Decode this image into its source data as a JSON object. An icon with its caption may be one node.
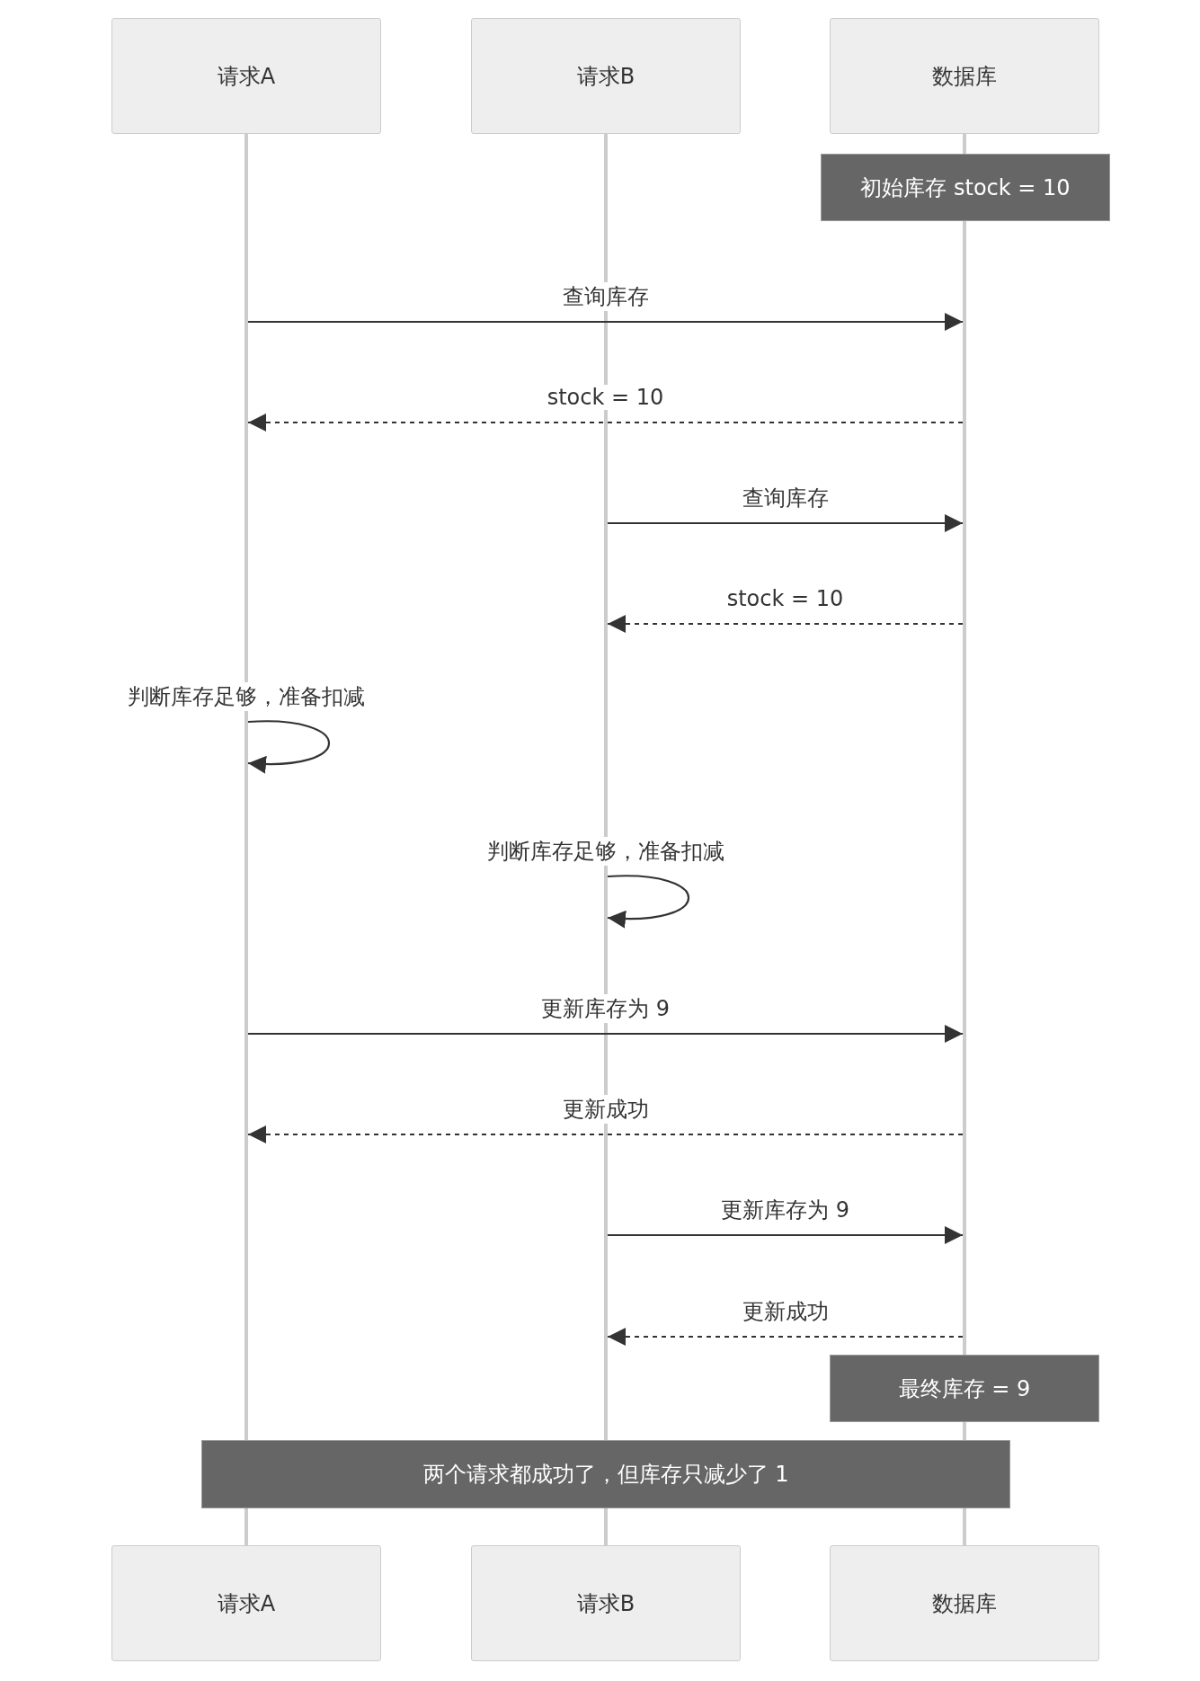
{
  "diagram": {
    "nodes": [
      {
        "text": [
          "请求A"
        ]
      },
      {
        "text": [
          "请求B"
        ]
      },
      {
        "text": [
          "数据库"
        ]
      },
      {
        "text": [],
        "shape": "bar"
      },
      {
        "text": [],
        "shape": "bar"
      },
      {
        "text": [],
        "shape": "bar"
      },
      {
        "text": [
          "初始库存 stock = 10"
        ]
      },
      {
        "text": [
          "最终库存 = 9"
        ]
      },
      {
        "text": [
          "两个请求都成功了，但库存只减少了 1"
        ]
      },
      {
        "text": [
          "请求A"
        ]
      },
      {
        "text": [
          "请求B"
        ]
      },
      {
        "text": [
          "数据库"
        ]
      }
    ],
    "edges": [
      {
        "from": 3,
        "to": 5,
        "arrow": "to",
        "label": "查询库存"
      },
      {
        "from": 5,
        "to": 3,
        "arrow": "to",
        "label": "stock = 10",
        "style": "dashed"
      },
      {
        "from": 4,
        "to": 5,
        "arrow": "to",
        "label": "查询库存"
      },
      {
        "from": 5,
        "to": 4,
        "arrow": "to",
        "label": "stock = 10",
        "style": "dashed"
      },
      {
        "from": 3,
        "to": 3,
        "arrow": "to",
        "label": "判断库存足够，准备扣减"
      },
      {
        "from": 4,
        "to": 4,
        "arrow": "to",
        "label": "判断库存足够，准备扣减"
      },
      {
        "from": 3,
        "to": 5,
        "arrow": "to",
        "label": "更新库存为 9"
      },
      {
        "from": 5,
        "to": 3,
        "arrow": "to",
        "label": "更新成功",
        "style": "dashed"
      },
      {
        "from": 4,
        "to": 5,
        "arrow": "to",
        "label": "更新库存为 9"
      },
      {
        "from": 5,
        "to": 4,
        "arrow": "to",
        "label": "更新成功",
        "style": "dashed"
      },
      {
        "from": 2,
        "to": 6,
        "arrow": "none",
        "color": "#cccccc"
      },
      {
        "from": 7,
        "to": 8,
        "arrow": "none",
        "color": "#cccccc"
      },
      {
        "from": 8,
        "to": 11,
        "arrow": "none",
        "color": "#cccccc"
      },
      {
        "from": 8,
        "to": 9,
        "arrow": "none",
        "color": "#cccccc"
      },
      {
        "from": 8,
        "to": 10,
        "arrow": "none",
        "color": "#cccccc"
      }
    ]
  }
}
